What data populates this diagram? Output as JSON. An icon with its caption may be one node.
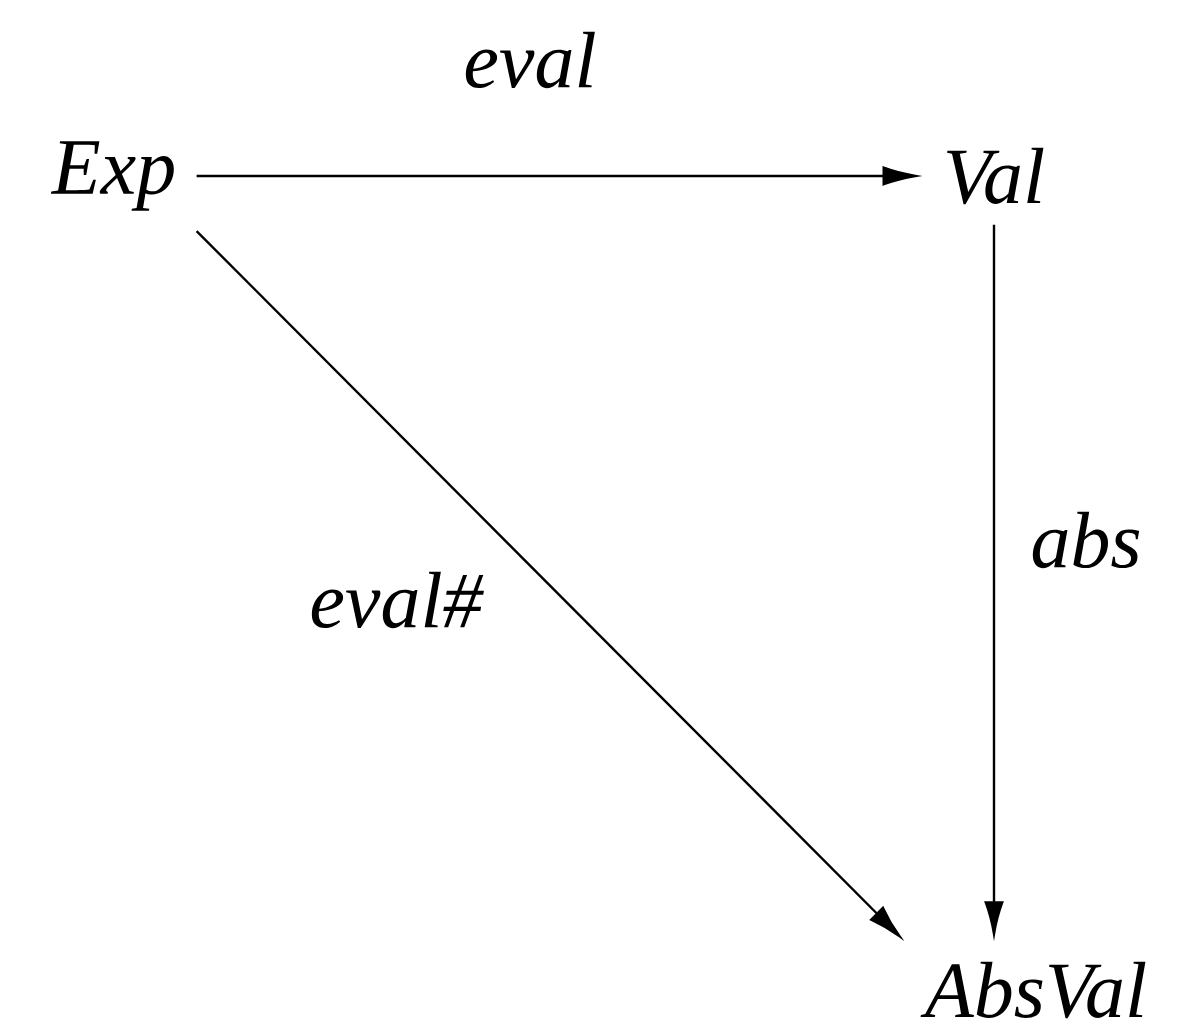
{
  "diagram": {
    "nodes": [
      {
        "text": [
          "Exp"
        ]
      },
      {
        "text": [
          "Val"
        ]
      },
      {
        "text": [
          "AbsVal"
        ]
      }
    ],
    "edges": [
      {
        "from": 0,
        "to": 1,
        "arrow": "to",
        "label": "eval"
      },
      {
        "from": 1,
        "to": 2,
        "arrow": "to",
        "label": "abs"
      },
      {
        "from": 0,
        "to": 2,
        "arrow": "to",
        "label": "eval#"
      }
    ]
  }
}
